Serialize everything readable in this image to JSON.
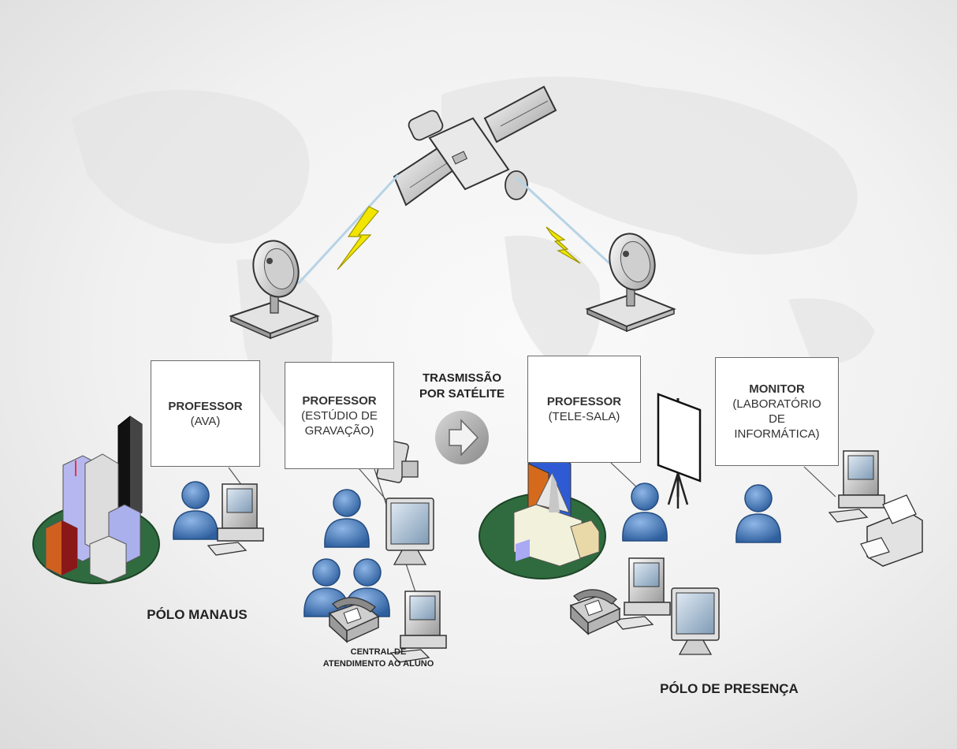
{
  "boxes": {
    "ava": {
      "title": "PROFESSOR",
      "sub": "(AVA)"
    },
    "estudio": {
      "title": "PROFESSOR",
      "sub": "(ESTÚDIO DE\nGRAVAÇÃO)"
    },
    "telesala": {
      "title": "PROFESSOR",
      "sub": "(TELE-SALA)"
    },
    "monitor": {
      "title": "MONITOR",
      "sub": "(LABORATÓRIO\nDE\nINFORMÁTICA)"
    }
  },
  "labels": {
    "transmission_line1": "TRASMISSÃO",
    "transmission_line2": "POR SATÉLITE",
    "polo_manaus": "PÓLO MANAUS",
    "central_line1": "CENTRAL DE",
    "central_line2": "ATENDIMENTO AO ALUNO",
    "polo_presenca": "PÓLO DE PRESENÇA"
  },
  "colors": {
    "person": "#4a7fbf",
    "lightning": "#f2e600",
    "ellipse": "#2f6b3e",
    "box_border": "#6b6b6b"
  },
  "icons": [
    "satellite-icon",
    "dish-icon",
    "lightning-icon",
    "building-icon",
    "church-icon",
    "person-icon",
    "computer-icon",
    "monitor-icon",
    "phone-icon",
    "camera-icon",
    "projector-screen-icon",
    "printer-icon",
    "arrow-right-icon"
  ]
}
